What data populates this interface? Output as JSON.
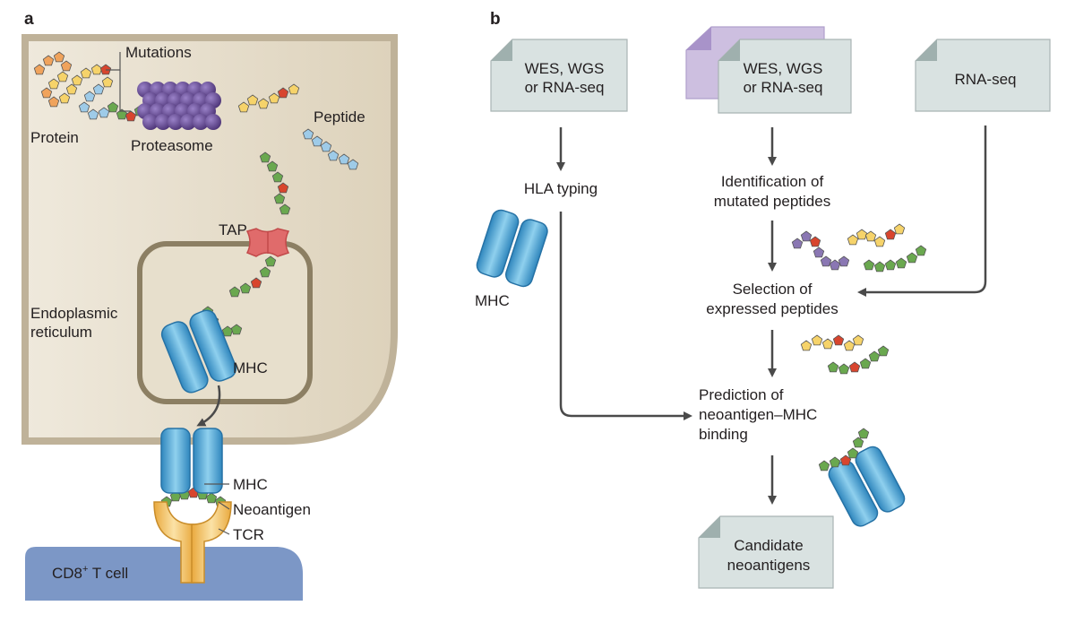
{
  "panel_a": {
    "label": "a",
    "mutations": "Mutations",
    "protein": "Protein",
    "proteasome": "Proteasome",
    "peptide": "Peptide",
    "tap": "TAP",
    "er_line1": "Endoplasmic",
    "er_line2": "reticulum",
    "mhc_inner": "MHC",
    "mhc_outer": "MHC",
    "neoantigen": "Neoantigen",
    "tcr": "TCR",
    "tcell_prefix": "CD8",
    "tcell_sup": "+",
    "tcell_suffix": " T cell"
  },
  "panel_b": {
    "label": "b",
    "doc1_line1": "WES, WGS",
    "doc1_line2": "or RNA-seq",
    "doc2_line1": "WES, WGS",
    "doc2_line2": "or RNA-seq",
    "doc3": "RNA-seq",
    "hla_typing": "HLA typing",
    "mhc": "MHC",
    "identification_line1": "Identification of",
    "identification_line2": "mutated peptides",
    "selection_line1": "Selection of",
    "selection_line2": "expressed peptides",
    "prediction_line1": "Prediction of",
    "prediction_line2": "neoantigen–MHC",
    "prediction_line3": "binding",
    "candidate_line1": "Candidate",
    "candidate_line2": "neoantigens"
  },
  "colors": {
    "cell_fill": "#e8e0cf",
    "cell_border": "#bfb299",
    "er_border": "#8c7f63",
    "document": "#d9e2e1",
    "document_back": "#cdbfe0",
    "tcell": "#7c97c6",
    "mhc_blue": "#3f9fd0",
    "tcr_yellow": "#f3c46a",
    "proteasome": "#6b4c9a",
    "bead_green": "#6aa84f",
    "bead_red": "#d8452e",
    "bead_blue": "#9ecbe8",
    "bead_yellow": "#f6d36a",
    "bead_orange": "#f0a35c",
    "bead_purple": "#8a77b3",
    "tap": "#e06b6b",
    "arrow": "#4a4a4a"
  }
}
